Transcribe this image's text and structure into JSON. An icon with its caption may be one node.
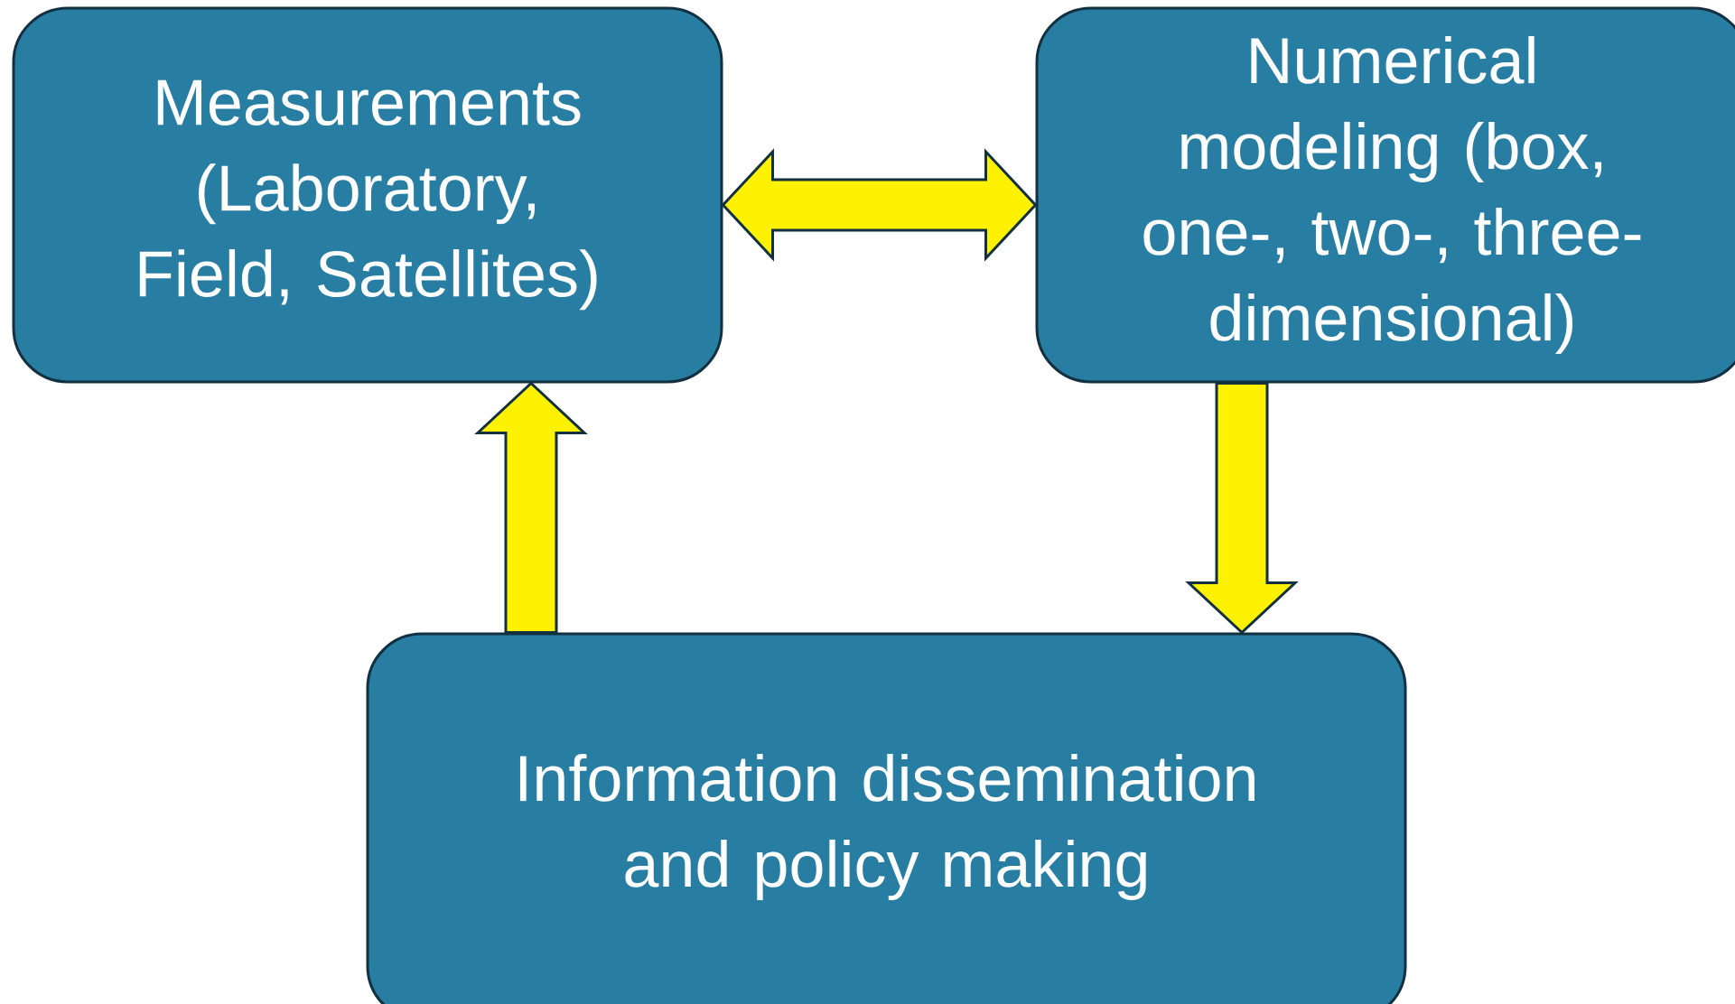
{
  "diagram": {
    "nodes": [
      {
        "text": [
          "Measurements (Laboratory, Field, Satellites)"
        ]
      },
      {
        "text": [
          "Numerical modeling (box, one-, two-, three-dimensional)"
        ]
      },
      {
        "text": [
          "Information dissemination and policy making"
        ]
      }
    ],
    "edges": [
      {
        "from": 0,
        "to": 1,
        "arrow": "both"
      },
      {
        "from": 1,
        "to": 2,
        "arrow": "to"
      },
      {
        "from": 2,
        "to": 0,
        "arrow": "to"
      }
    ]
  }
}
